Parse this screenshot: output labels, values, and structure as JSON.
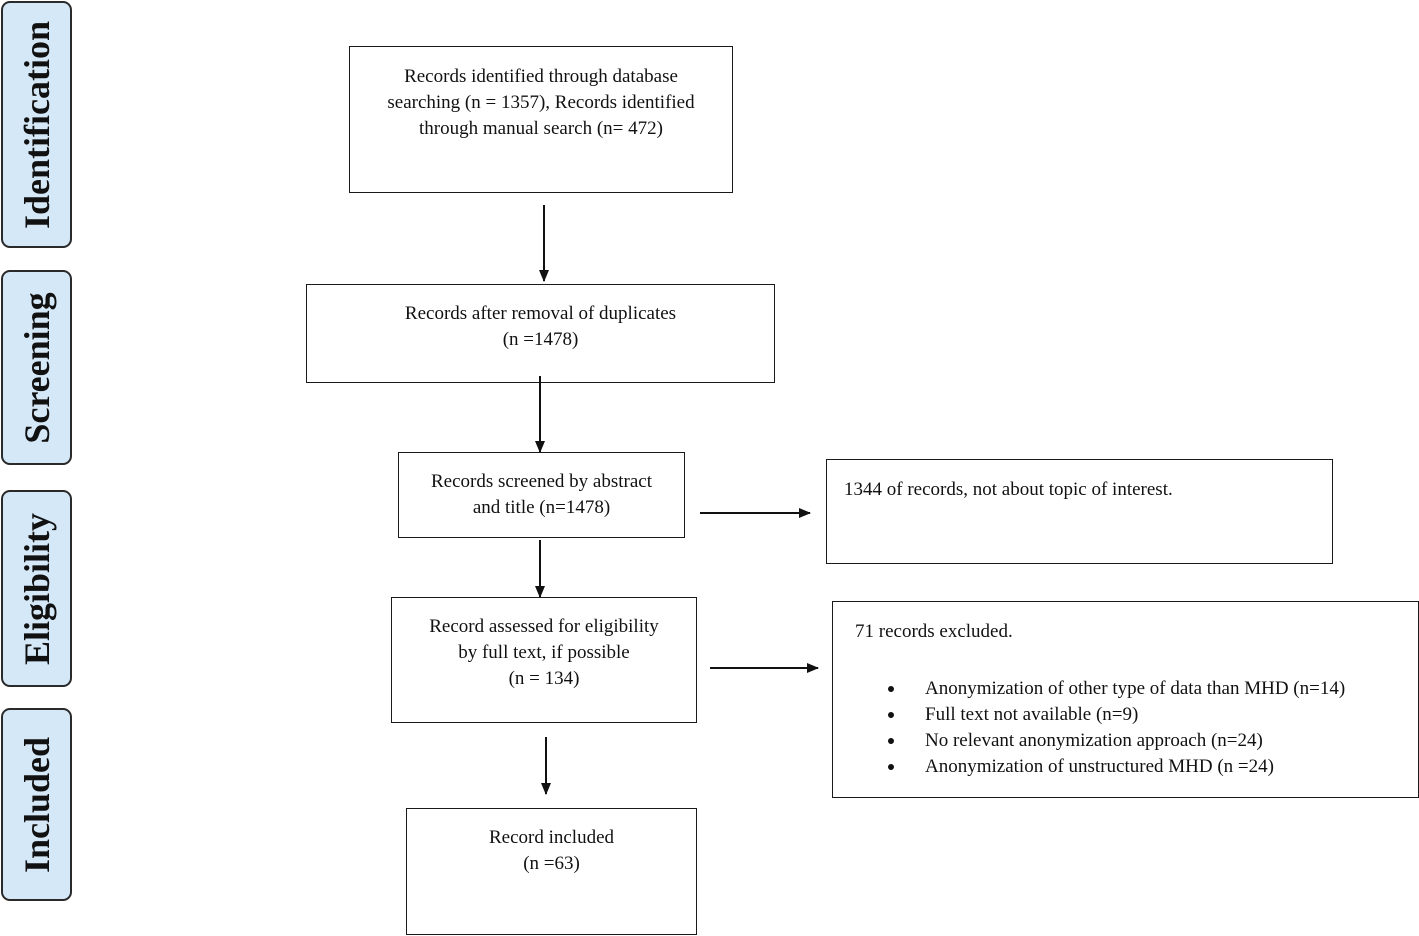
{
  "stages": [
    {
      "id": "identification",
      "label": "Identification"
    },
    {
      "id": "screening",
      "label": "Screening"
    },
    {
      "id": "eligibility",
      "label": "Eligibility"
    },
    {
      "id": "included",
      "label": "Included"
    }
  ],
  "boxes": {
    "identified": {
      "lines": [
        "Records identified through database",
        "searching (n = 1357), Records identified",
        "through manual search (n= 472)"
      ]
    },
    "after_duplicates": {
      "lines": [
        "Records after removal of duplicates",
        "(n =1478)"
      ]
    },
    "screened": {
      "lines": [
        "Records screened by abstract",
        "and title (n=1478)"
      ]
    },
    "assessed": {
      "lines": [
        "Record assessed for eligibility",
        "by full text, if possible",
        "(n = 134)"
      ]
    },
    "included": {
      "lines": [
        "Record included",
        "(n =63)"
      ]
    },
    "not_topic": {
      "lines": [
        "1344 of records, not about topic of interest."
      ]
    },
    "excluded": {
      "heading": "71 records excluded.",
      "reasons": [
        "Anonymization of other type of data than MHD (n=14)",
        "Full text not available (n=9)",
        "No relevant anonymization approach (n=24)",
        "Anonymization of unstructured MHD (n =24)"
      ]
    }
  }
}
